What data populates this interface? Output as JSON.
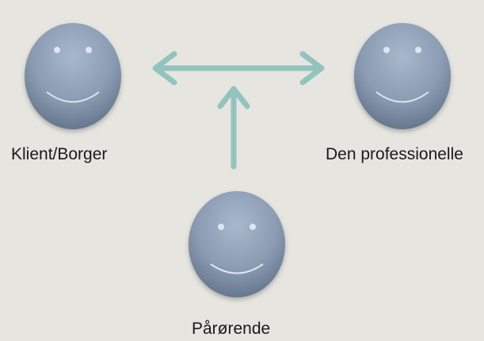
{
  "people": {
    "klient": {
      "name": "Klient/Borger",
      "icon": "smiley-face-icon"
    },
    "professional": {
      "name": "Den professionelle",
      "icon": "smiley-face-icon"
    },
    "parorende": {
      "name": "Pårørende",
      "icon": "smiley-face-icon"
    }
  },
  "relations": [
    {
      "from": "Klient/Borger",
      "to": "Den professionelle",
      "direction": "both"
    },
    {
      "from": "Pårørende",
      "to": "Klient/Borger ↔ Den professionelle",
      "direction": "up"
    }
  ],
  "colors": {
    "background": "#e6e5e0",
    "face_top": "#9fb0c6",
    "face_bottom": "#5d6f86",
    "features": "#dfe6ef",
    "arrow": "#93c3bf"
  }
}
